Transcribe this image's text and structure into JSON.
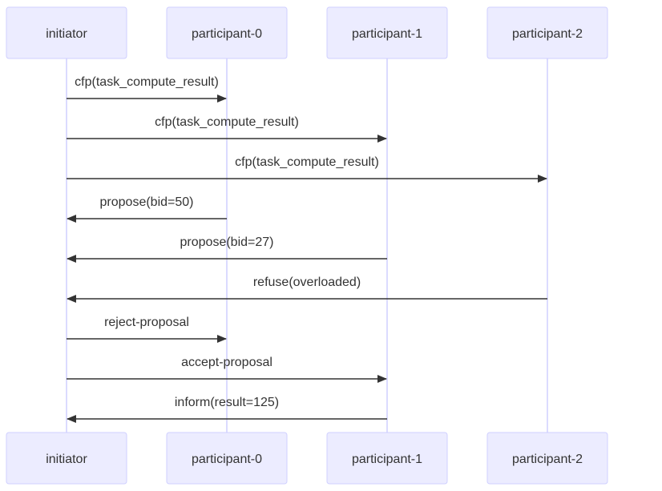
{
  "diagram": {
    "type": "sequence",
    "actors": [
      {
        "id": "initiator",
        "label": "initiator"
      },
      {
        "id": "p0",
        "label": "participant-0"
      },
      {
        "id": "p1",
        "label": "participant-1"
      },
      {
        "id": "p2",
        "label": "participant-2"
      }
    ],
    "messages": [
      {
        "from": "initiator",
        "to": "p0",
        "label": "cfp(task_compute_result)"
      },
      {
        "from": "initiator",
        "to": "p1",
        "label": "cfp(task_compute_result)"
      },
      {
        "from": "initiator",
        "to": "p2",
        "label": "cfp(task_compute_result)"
      },
      {
        "from": "p0",
        "to": "initiator",
        "label": "propose(bid=50)"
      },
      {
        "from": "p1",
        "to": "initiator",
        "label": "propose(bid=27)"
      },
      {
        "from": "p2",
        "to": "initiator",
        "label": "refuse(overloaded)"
      },
      {
        "from": "initiator",
        "to": "p0",
        "label": "reject-proposal"
      },
      {
        "from": "initiator",
        "to": "p1",
        "label": "accept-proposal"
      },
      {
        "from": "p1",
        "to": "initiator",
        "label": "inform(result=125)"
      }
    ],
    "colors": {
      "actor_fill": "#ececff",
      "actor_stroke": "#cfcfff",
      "lifeline": "#cfcfff",
      "text": "#333333",
      "arrow": "#333333"
    }
  }
}
